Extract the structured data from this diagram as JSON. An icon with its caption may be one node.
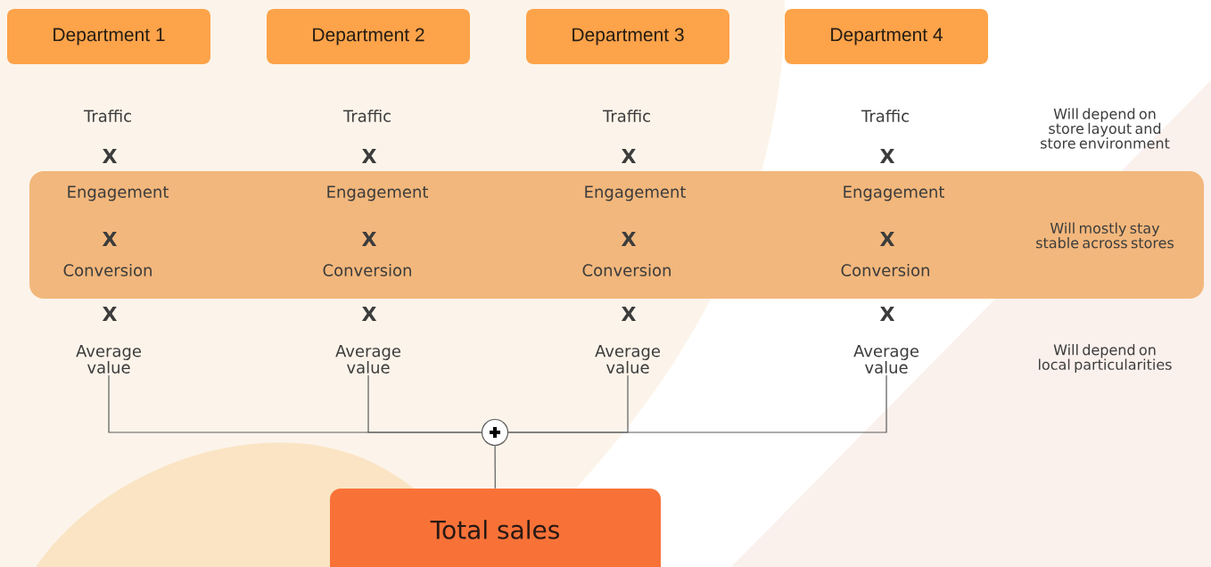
{
  "diagram": {
    "nodes": [
      {
        "text": [
          "Department 1"
        ]
      },
      {
        "text": [
          "Department 2"
        ]
      },
      {
        "text": [
          "Department 3"
        ]
      },
      {
        "text": [
          "Department 4"
        ]
      },
      {
        "text": [
          "Will mostly stay stable across stores"
        ]
      },
      {
        "text": [
          "Average value"
        ]
      },
      {
        "text": [
          "Average value"
        ]
      },
      {
        "text": [
          "Average value"
        ]
      },
      {
        "text": [
          "Average value"
        ]
      },
      {
        "text": [],
        "shape": "circle"
      },
      {
        "text": [
          "Total sales"
        ]
      }
    ],
    "edges": [
      {
        "from": 5,
        "to": 9,
        "arrow": "none"
      },
      {
        "from": 6,
        "to": 9,
        "arrow": "none"
      },
      {
        "from": 7,
        "to": 9,
        "arrow": "none"
      },
      {
        "from": 8,
        "to": 9,
        "arrow": "none"
      },
      {
        "from": 9,
        "to": 10,
        "arrow": "none"
      }
    ],
    "labels": [
      "Traffic",
      "Traffic",
      "Traffic",
      "Traffic",
      "Will depend on store layout and store environment",
      "X",
      "X",
      "X",
      "X",
      "Engagement",
      "Engagement",
      "Engagement",
      "Engagement",
      "X",
      "X",
      "X",
      "X",
      "Conversion",
      "Conversion",
      "Conversion",
      "Conversion",
      "X",
      "X",
      "X",
      "X",
      "Will depend on local particularities"
    ]
  }
}
